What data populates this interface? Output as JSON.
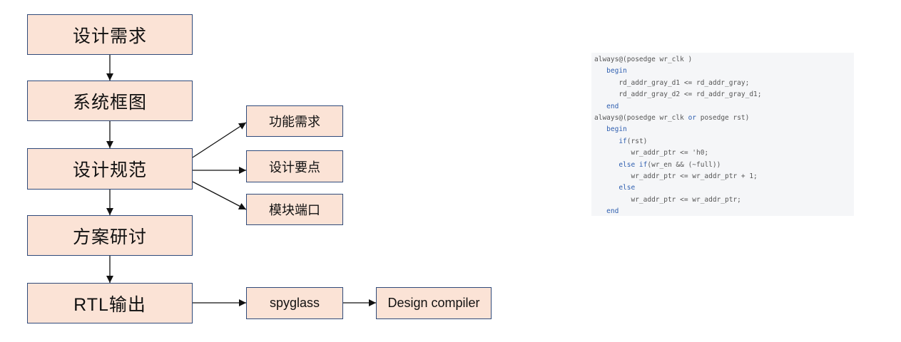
{
  "flow": {
    "main_steps": [
      "设计需求",
      "系统框图",
      "设计规范",
      "方案研讨",
      "RTL输出"
    ],
    "spec_branches": [
      "功能需求",
      "设计要点",
      "模块端口"
    ],
    "rtl_chain": [
      "spyglass",
      "Design compiler"
    ]
  },
  "code": {
    "lines": [
      [
        {
          "t": "always@(posedge wr_clk )",
          "k": false
        }
      ],
      [
        {
          "t": "   ",
          "k": false
        },
        {
          "t": "begin",
          "k": true
        }
      ],
      [
        {
          "t": "      rd_addr_gray_d1 <= rd_addr_gray;",
          "k": false
        }
      ],
      [
        {
          "t": "      rd_addr_gray_d2 <= rd_addr_gray_d1;",
          "k": false
        }
      ],
      [
        {
          "t": "   ",
          "k": false
        },
        {
          "t": "end",
          "k": true
        }
      ],
      [
        {
          "t": "always@(posedge wr_clk ",
          "k": false
        },
        {
          "t": "or",
          "k": true
        },
        {
          "t": " posedge rst)",
          "k": false
        }
      ],
      [
        {
          "t": "   ",
          "k": false
        },
        {
          "t": "begin",
          "k": true
        }
      ],
      [
        {
          "t": "      ",
          "k": false
        },
        {
          "t": "if",
          "k": true
        },
        {
          "t": "(rst)",
          "k": false
        }
      ],
      [
        {
          "t": "         wr_addr_ptr <= 'h0;",
          "k": false
        }
      ],
      [
        {
          "t": "      ",
          "k": false
        },
        {
          "t": "else if",
          "k": true
        },
        {
          "t": "(wr_en && (~full))",
          "k": false
        }
      ],
      [
        {
          "t": "         wr_addr_ptr <= wr_addr_ptr + 1;",
          "k": false
        }
      ],
      [
        {
          "t": "      ",
          "k": false
        },
        {
          "t": "else",
          "k": true
        }
      ],
      [
        {
          "t": "         wr_addr_ptr <= wr_addr_ptr;",
          "k": false
        }
      ],
      [
        {
          "t": "   ",
          "k": false
        },
        {
          "t": "end",
          "k": true
        }
      ]
    ]
  }
}
